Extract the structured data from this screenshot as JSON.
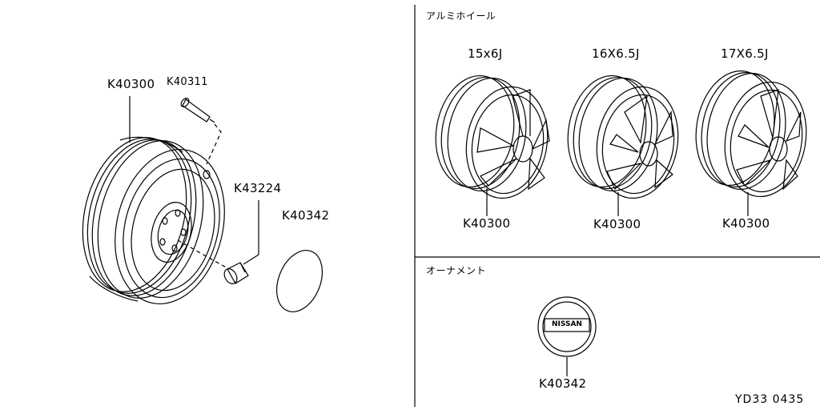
{
  "sections": {
    "alloy_heading": "アルミホイール",
    "ornament_heading": "オーナメント"
  },
  "parts": {
    "steel_wheel": "K40300",
    "valve": "K40311",
    "nut": "K43224",
    "cap": "K40342"
  },
  "alloy_wheels": [
    {
      "size": "15x6J",
      "part": "K40300"
    },
    {
      "size": "16X6.5J",
      "part": "K40300"
    },
    {
      "size": "17X6.5J",
      "part": "K40300"
    }
  ],
  "ornament": {
    "part": "K40342",
    "logo_text": "NISSAN"
  },
  "reference_code": "YD33 0435"
}
